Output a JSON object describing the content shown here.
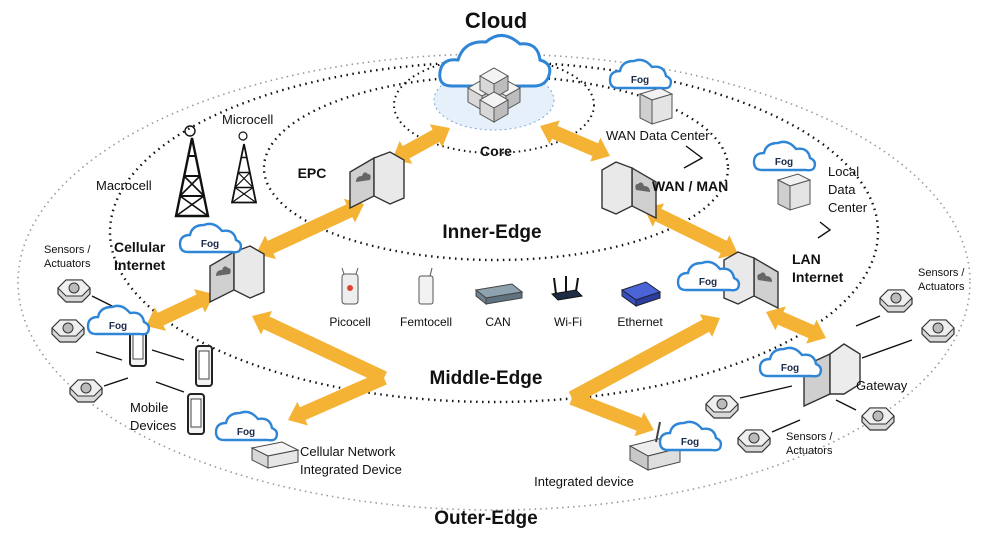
{
  "diagram": {
    "title": "Cloud",
    "rings": {
      "core": "Core",
      "inner": "Inner-Edge",
      "middle": "Middle-Edge",
      "outer": "Outer-Edge"
    },
    "nodes": {
      "epc": "EPC",
      "wan_data_center": "WAN Data Center",
      "wan_man": "WAN / MAN",
      "local_dc_1": "Local",
      "local_dc_2": "Data",
      "local_dc_3": "Center",
      "lan_1": "LAN",
      "lan_2": "Internet",
      "cellular_1": "Cellular",
      "cellular_2": "Internet",
      "microcell": "Microcell",
      "macrocell": "Macrocell",
      "gateway": "Gateway",
      "mobile_1": "Mobile",
      "mobile_2": "Devices",
      "cellular_device_1": "Cellular Network",
      "cellular_device_2": "Integrated Device",
      "integrated_device": "Integrated device",
      "sensors_left_1": "Sensors /",
      "sensors_left_2": "Actuators",
      "sensors_right_1": "Sensors /",
      "sensors_right_2": "Actuators",
      "sensors_bottom_1": "Sensors /",
      "sensors_bottom_2": "Actuators"
    },
    "technologies": [
      "Picocell",
      "Femtocell",
      "CAN",
      "Wi-Fi",
      "Ethernet"
    ],
    "fog_label": "Fog",
    "colors": {
      "arrow": "#f5b335",
      "cloud_outline": "#2f86d6",
      "cloud_fill": "#ffffff",
      "core_fill": "#e6f0fb",
      "ring_dots": "#111111",
      "outer_dots": "#999999",
      "device_gray": "#c9c9c9"
    },
    "icons": [
      "cloud-icon",
      "server-cube-icon",
      "router-icon",
      "tower-icon",
      "sensor-icon",
      "phone-icon",
      "gateway-icon"
    ]
  }
}
